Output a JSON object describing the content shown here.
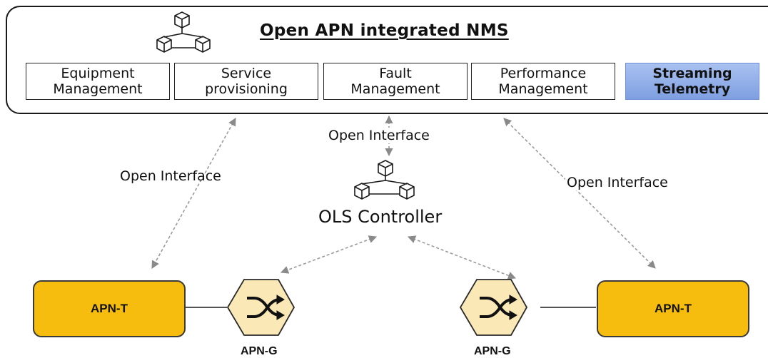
{
  "nms": {
    "title": "Open APN integrated NMS",
    "modules": [
      {
        "label": "Equipment\nManagement"
      },
      {
        "label": "Service\nprovisioning"
      },
      {
        "label": "Fault\nManagement"
      },
      {
        "label": "Performance\nManagement"
      },
      {
        "label": "Streaming\nTelemetry"
      }
    ]
  },
  "interfaces": {
    "left": "Open Interface",
    "center": "Open Interface",
    "right": "Open Interface"
  },
  "controller": {
    "label": "OLS Controller"
  },
  "nodes": {
    "apn_t_left": "APN-T",
    "apn_t_right": "APN-T",
    "apn_g_left": "APN-G",
    "apn_g_right": "APN-G"
  },
  "icons": {
    "nms": "network-cubes-icon",
    "controller": "network-cubes-icon",
    "switch": "crossover-switch-icon"
  },
  "colors": {
    "apn_t_fill": "#f6bd0f",
    "apn_g_fill": "#fae8b6",
    "telemetry_fill": "#8aa9e6",
    "dashed_link": "#9a9a9a"
  }
}
